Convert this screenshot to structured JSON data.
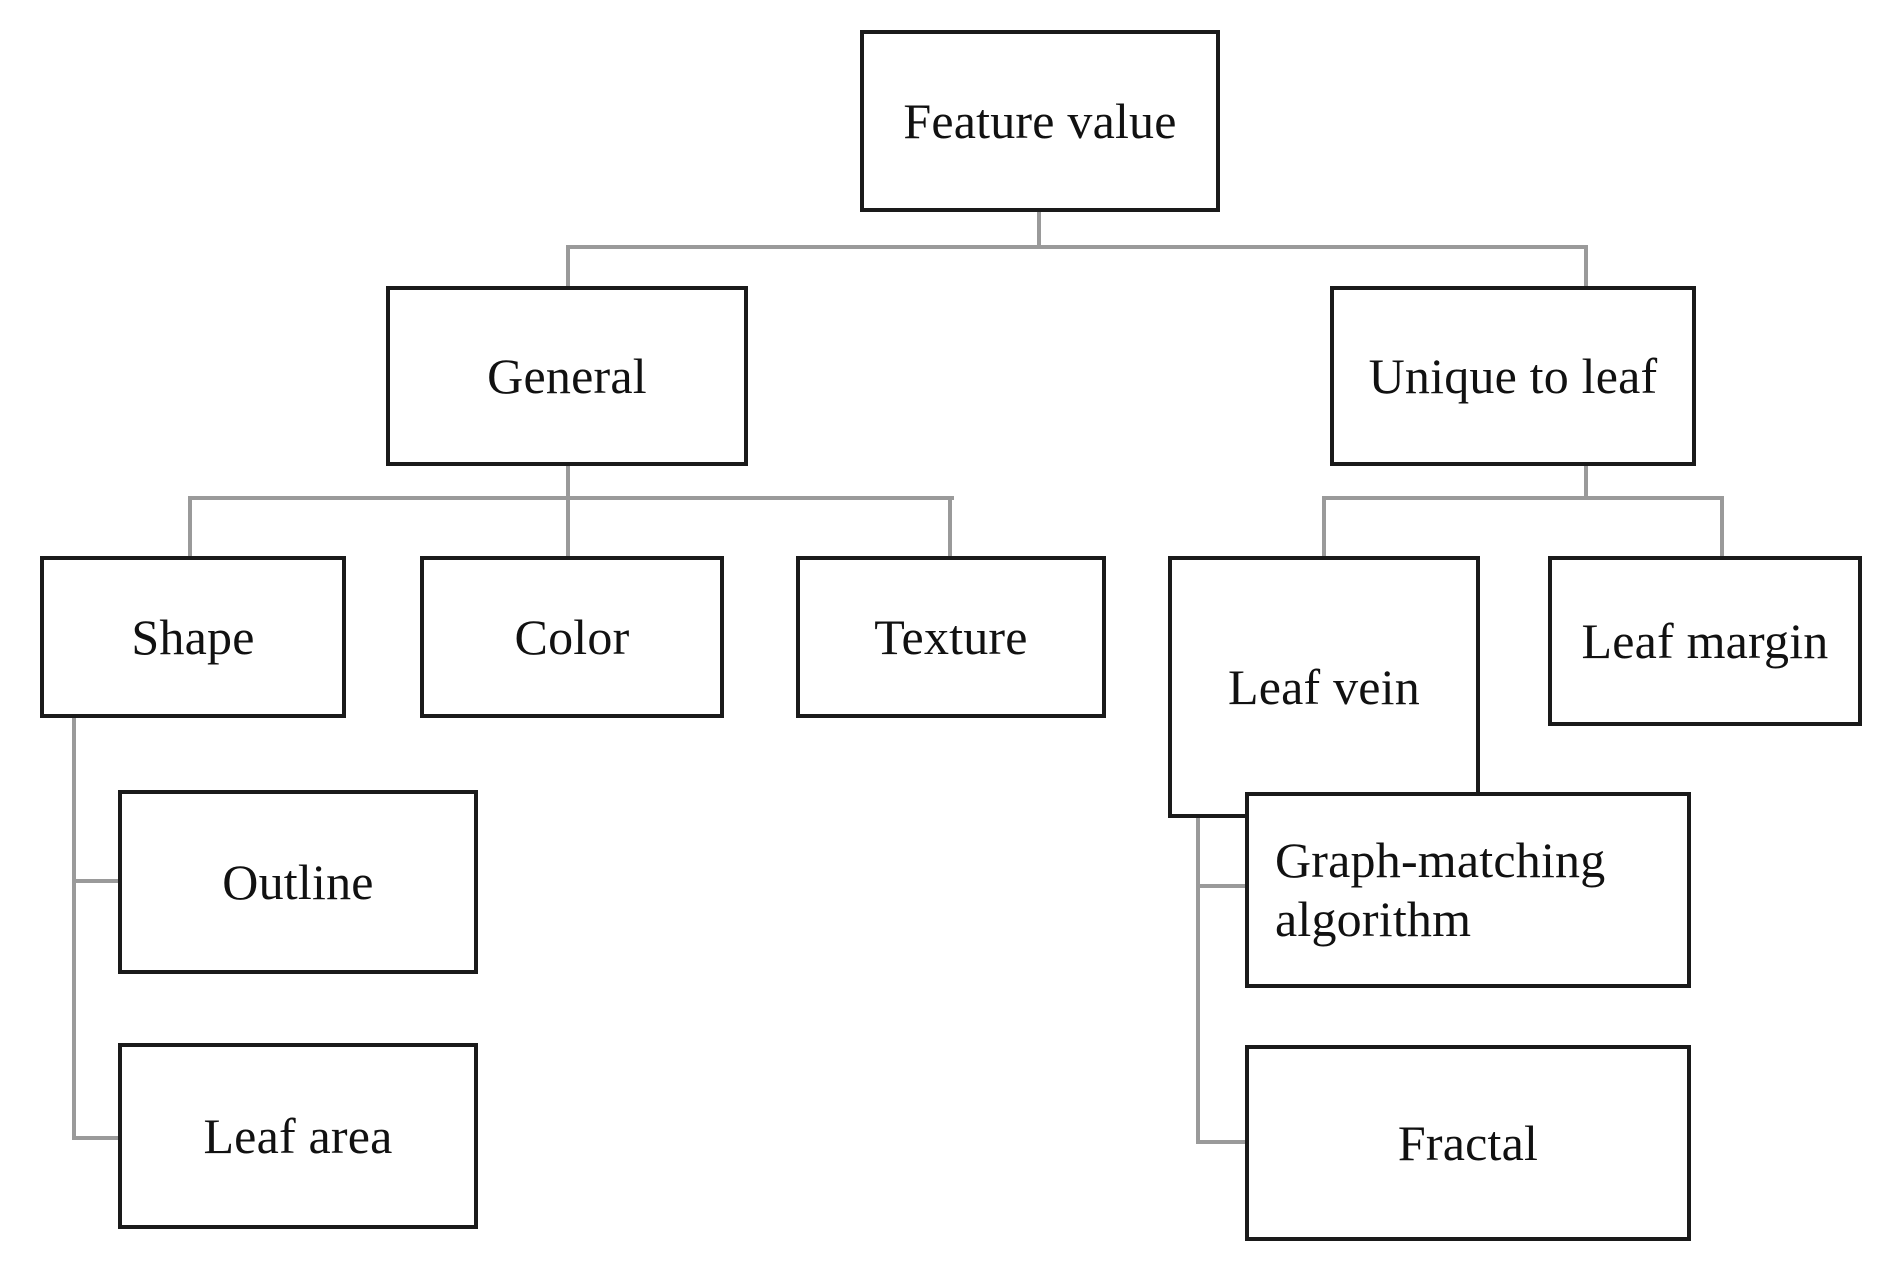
{
  "diagram": {
    "title": "Feature value",
    "type": "hierarchy-tree",
    "background_color": "#ffffff",
    "box_border_color": "#1a1a1a",
    "connector_color": "#9a9a9a",
    "text_color": "#111111"
  },
  "nodes": {
    "root": {
      "label": "Feature value"
    },
    "general": {
      "label": "General"
    },
    "unique_to_leaf": {
      "label": "Unique to leaf"
    },
    "shape": {
      "label": "Shape"
    },
    "color": {
      "label": "Color"
    },
    "texture": {
      "label": "Texture"
    },
    "leaf_vein": {
      "label": "Leaf vein"
    },
    "leaf_margin": {
      "label": "Leaf margin"
    },
    "outline": {
      "label": "Outline"
    },
    "leaf_area": {
      "label": "Leaf area"
    },
    "graph_matching": {
      "label": "Graph-matching\nalgorithm"
    },
    "fractal": {
      "label": "Fractal"
    }
  },
  "hierarchy": {
    "root": "Feature value",
    "children": [
      {
        "label": "General",
        "children": [
          {
            "label": "Shape",
            "children": [
              {
                "label": "Outline"
              },
              {
                "label": "Leaf area"
              }
            ]
          },
          {
            "label": "Color"
          },
          {
            "label": "Texture"
          }
        ]
      },
      {
        "label": "Unique to leaf",
        "children": [
          {
            "label": "Leaf vein",
            "children": [
              {
                "label": "Graph-matching algorithm"
              },
              {
                "label": "Fractal"
              }
            ]
          },
          {
            "label": "Leaf margin"
          }
        ]
      }
    ]
  }
}
